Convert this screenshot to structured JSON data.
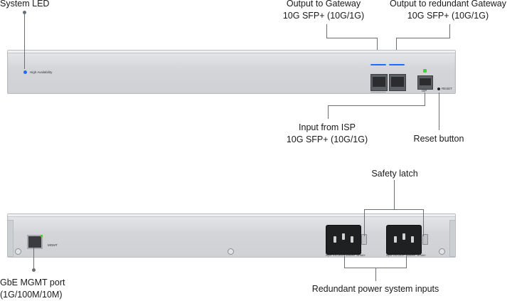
{
  "callouts": {
    "system_led": "System LED",
    "output_gateway_line1": "Output to Gateway",
    "output_gateway_line2": "10G SFP+ (10G/1G)",
    "output_redundant_line1": "Output to redundant Gateway",
    "output_redundant_line2": "10G SFP+ (10G/1G)",
    "input_isp_line1": "Input from ISP",
    "input_isp_line2": "10G SFP+ (10G/1G)",
    "reset_button": "Reset button",
    "safety_latch": "Safety latch",
    "mgmt_port_line1": "GbE MGMT port",
    "mgmt_port_line2": "(1G/100M/10M)",
    "redundant_power": "Redundant power system inputs"
  },
  "front_panel": {
    "led_label": "High Availability",
    "isp_port_label": "ISP",
    "reset_label": "RESET",
    "led_color": "#1e6bff",
    "status_led_color": "#3fd13f"
  },
  "rear_panel": {
    "mgmt_label": "MGMT",
    "power_rating_1": "Input: 100-240V~ 50/60Hz, 3A MAX",
    "power_rating_2": "Input: 100-240V~ 50/60Hz, 3A MAX"
  }
}
